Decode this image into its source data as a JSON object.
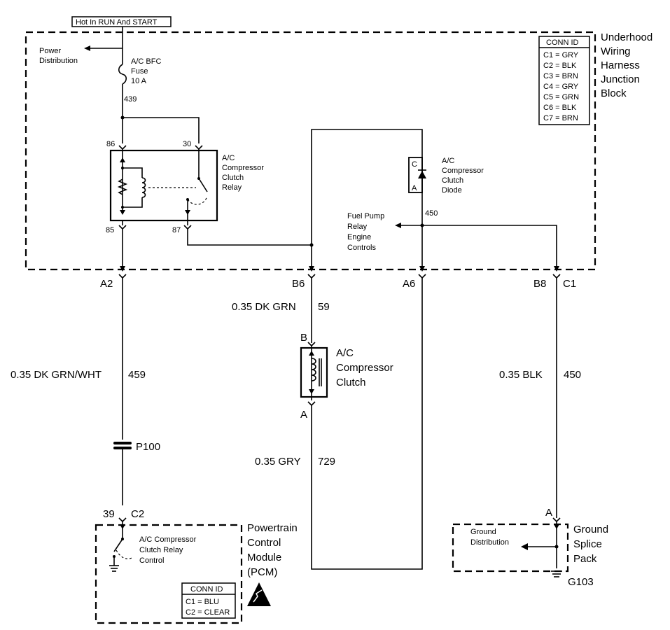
{
  "power_source": "Hot In RUN And START",
  "junction_block": {
    "title_lines": [
      "Underhood",
      "Wiring",
      "Harness",
      "Junction",
      "Block"
    ],
    "conn_id_title": "CONN ID",
    "conn_ids": [
      "C1 = GRY",
      "C2 = BLK",
      "C3 = BRN",
      "C4 = GRY",
      "C5 = GRN",
      "C6 = BLK",
      "C7 = BRN"
    ],
    "power_distribution": [
      "Power",
      "Distribution"
    ],
    "fuse": [
      "A/C BFC",
      "Fuse",
      "10 A"
    ],
    "circuit_439": "439",
    "relay": {
      "label": [
        "A/C",
        "Compressor",
        "Clutch",
        "Relay"
      ],
      "pin_86": "86",
      "pin_30": "30",
      "pin_85": "85",
      "pin_87": "87"
    },
    "diode": {
      "label": [
        "A/C",
        "Compressor",
        "Clutch",
        "Diode"
      ],
      "pin_c": "C",
      "pin_a": "A"
    },
    "circuit_450": "450",
    "fuel_pump": [
      "Fuel Pump",
      "Relay",
      "Engine",
      "Controls"
    ],
    "connectors": {
      "a2": "A2",
      "b6": "B6",
      "a6": "A6",
      "b8": "B8",
      "c1": "C1"
    }
  },
  "wires": {
    "w459": {
      "color": "0.35 DK GRN/WHT",
      "circuit": "459"
    },
    "w59": {
      "color": "0.35 DK GRN",
      "circuit": "59"
    },
    "w729": {
      "color": "0.35 GRY",
      "circuit": "729"
    },
    "w450": {
      "color": "0.35 BLK",
      "circuit": "450"
    }
  },
  "clutch": {
    "label": [
      "A/C",
      "Compressor",
      "Clutch"
    ],
    "pin_b": "B",
    "pin_a": "A"
  },
  "splice": "P100",
  "pcm": {
    "pin": "39",
    "connector": "C2",
    "title_lines": [
      "Powertrain",
      "Control",
      "Module",
      "(PCM)"
    ],
    "control_label": [
      "A/C Compressor",
      "Clutch Relay",
      "Control"
    ],
    "conn_id_title": "CONN ID",
    "conn_ids": [
      "C1 = BLU",
      "C2 = CLEAR"
    ]
  },
  "ground_pack": {
    "pin": "A",
    "title_lines": [
      "Ground",
      "Splice",
      "Pack"
    ],
    "distribution": [
      "Ground",
      "Distribution"
    ],
    "ground_id": "G103"
  }
}
